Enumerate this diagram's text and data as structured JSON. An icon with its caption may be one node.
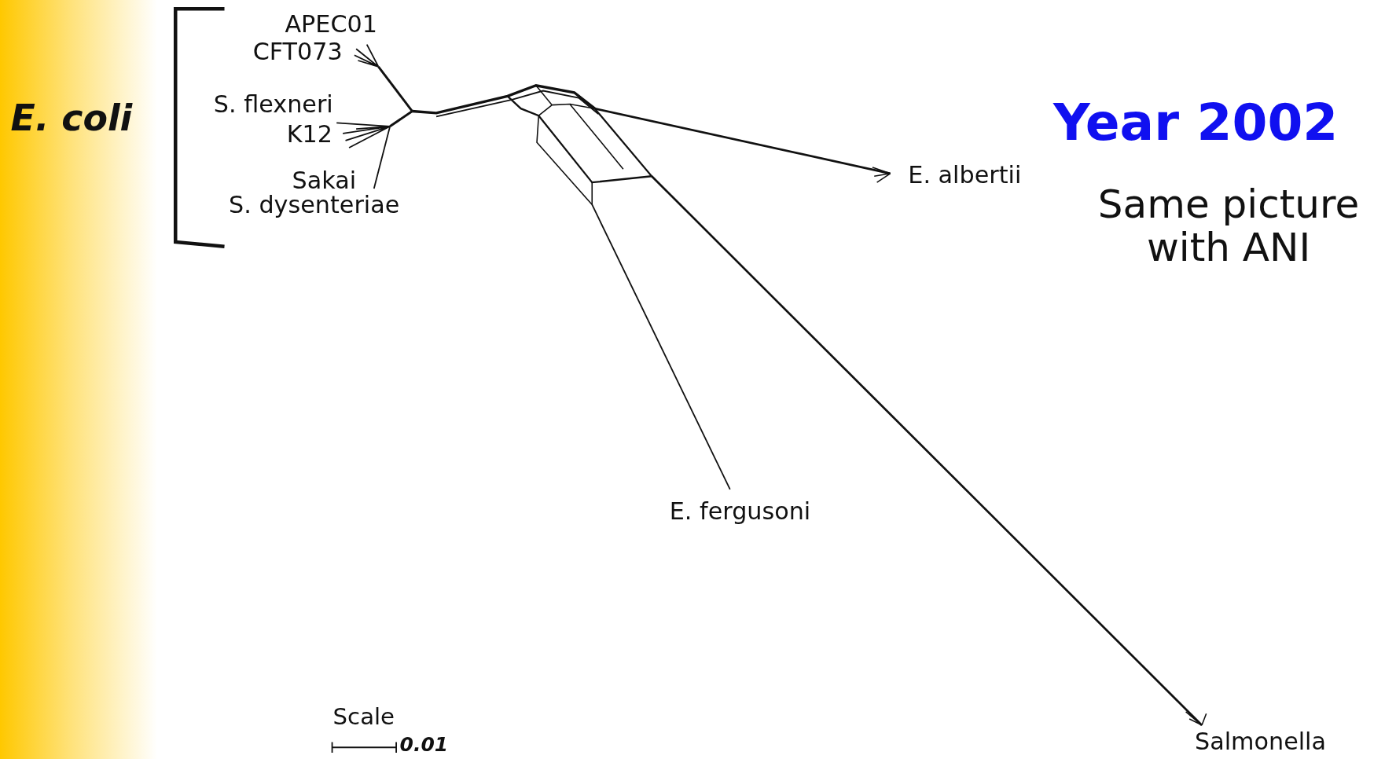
{
  "diagram": {
    "labels": [
      "E. coli",
      "APEC01",
      "CFT073",
      "S. flexneri",
      "K12",
      "Sakai",
      "S. dysenteriae",
      "E. albertii",
      "E. fergusoni",
      "Salmonella",
      "Year 2002",
      "Same picture with ANI",
      "Scale",
      "0.01"
    ]
  }
}
